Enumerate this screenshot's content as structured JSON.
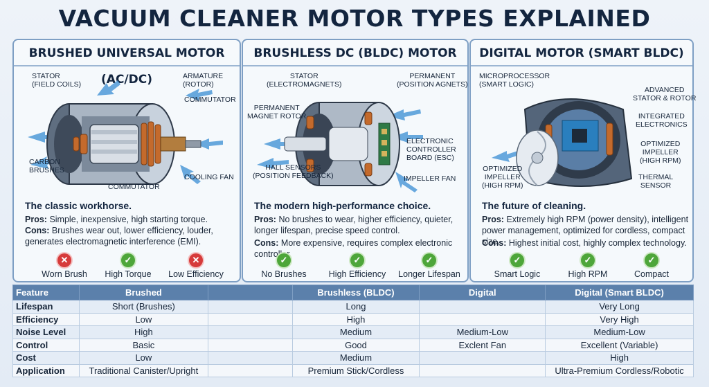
{
  "title": "VACUUM CLEANER MOTOR TYPES EXPLAINED",
  "panels": [
    {
      "heading": "BRUSHED UNIVERSAL MOTOR (AC/DC)",
      "callouts": {
        "stator": "STATOR\n(FIELD COILS)",
        "armature": "ARMATURE\n(ROTOR)",
        "commutator_top": "COMMUTATOR",
        "carbon": "CARBON\nBRUSHES",
        "cooling_fan": "COOLING FAN",
        "commutator_bottom": "COMMUTATOR"
      },
      "tagline": "The classic workhorse.",
      "pros_label": "Pros:",
      "pros": "Simple, inexpensive, high starting torque.",
      "cons_label": "Cons:",
      "cons": "Brushes wear out, lower efficiency, louder, generates electromagnetic interference (EMI).",
      "badges": [
        {
          "label": "Worn Brush",
          "status": "bad",
          "icon": "x-icon"
        },
        {
          "label": "High Torque",
          "status": "good",
          "icon": "check-icon"
        },
        {
          "label": "Low Efficiency",
          "status": "bad",
          "icon": "x-icon"
        }
      ]
    },
    {
      "heading": "BRUSHLESS DC (BLDC) MOTOR",
      "callouts": {
        "stator": "STATOR\n(ELECTROMAGNETS)",
        "permanent": "PERMANENT\n(POSITION AGNETS)",
        "magnet_rotor": "PERMANENT\nMAGNET ROTOR",
        "esc": "ELECTRONIC\nCONTROLLER\nBOARD (ESC)",
        "hall": "HALL SENSORS\n(POSITION FEEDBACK)",
        "impeller": "IMPELLER FAN"
      },
      "tagline": "The modern high-performance choice.",
      "pros_label": "Pros:",
      "pros": "No brushes to wear, higher efficiency, quieter, longer lifespan, precise speed control.",
      "cons_label": "Cons:",
      "cons": "More expensive, requires complex electronic controller.",
      "badges": [
        {
          "label": "No Brushes",
          "status": "good",
          "icon": "check-icon"
        },
        {
          "label": "High Efficiency",
          "status": "good",
          "icon": "check-icon"
        },
        {
          "label": "Longer Lifespan",
          "status": "good",
          "icon": "check-icon"
        }
      ]
    },
    {
      "heading": "DIGITAL MOTOR (SMART BLDC)",
      "callouts": {
        "micro": "MICROPROCESSOR\n(SMART LOGIC)",
        "advanced": "ADVANCED\nSTATOR & ROTOR",
        "integrated": "INTEGRATED\nELECTRONICS",
        "opt_right": "OPTIMIZED\nIMPELLER\n(HIGH RPM)",
        "opt_left": "OPTIMIZED\nIMPELLER\n(HIGH RPM)",
        "thermal": "THERMAL\nSENSOR"
      },
      "tagline": "The future of cleaning.",
      "pros_label": "Pros:",
      "pros": "Extremely high RPM (power density), intelligent power management, optimized for cordless, compact size.",
      "cons_label": "Cons:",
      "cons": "Highest initial cost, highly complex technology.",
      "badges": [
        {
          "label": "Smart Logic",
          "status": "good",
          "icon": "check-icon"
        },
        {
          "label": "High RPM",
          "status": "good",
          "icon": "check-icon"
        },
        {
          "label": "Compact",
          "status": "good",
          "icon": "check-icon"
        }
      ]
    }
  ],
  "table": {
    "headers": [
      "Feature",
      "Brushed",
      "",
      "Brushless (BLDC)",
      "Digital",
      "Digital (Smart BLDC)"
    ],
    "rows": [
      [
        "Lifespan",
        "Short (Brushes)",
        "",
        "Long",
        "",
        "Very Long"
      ],
      [
        "Efficiency",
        "Low",
        "",
        "High",
        "",
        "Very High"
      ],
      [
        "Noise Level",
        "High",
        "",
        "Medium",
        "Medium-Low",
        "Medium-Low"
      ],
      [
        "Control",
        "Basic",
        "",
        "Good",
        "Exclent Fan",
        "Excellent (Variable)"
      ],
      [
        "Cost",
        "Low",
        "",
        "Medium",
        "",
        "High"
      ],
      [
        "Application",
        "Traditional Canister/Upright",
        "",
        "Premium Stick/Cordless",
        "",
        "Ultra-Premium Cordless/Robotic"
      ]
    ]
  },
  "colors": {
    "accent": "#5b80ab",
    "good": "#4ea63a",
    "bad": "#d63b3b",
    "copper": "#c46a2c",
    "airflow": "#4f9ad8"
  }
}
